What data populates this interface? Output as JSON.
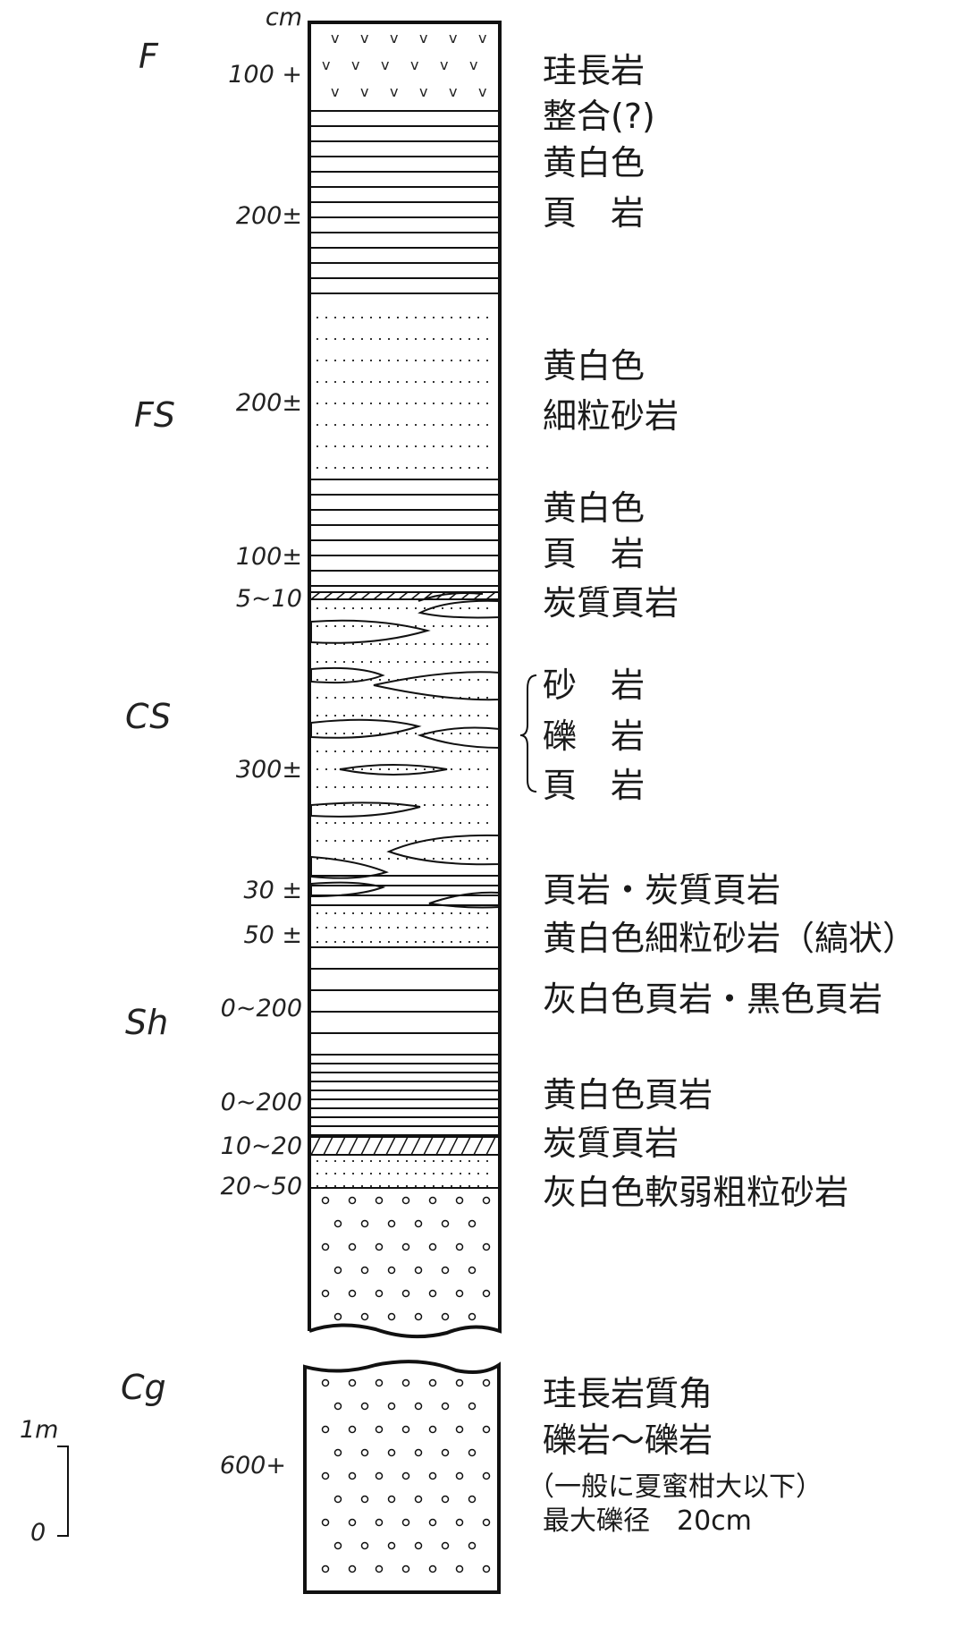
{
  "units": {
    "F": "F",
    "FS": "FS",
    "CS": "CS",
    "Sh": "Sh",
    "Cg": "Cg"
  },
  "unit_label": "cm",
  "thickness": {
    "t1": "100 +",
    "t2": "200±",
    "t3": "200±",
    "t4": "100±",
    "t5": "5~10",
    "t6": "300±",
    "t7": "30 ±",
    "t8": "50 ±",
    "t9": "0~200",
    "t10": "0~200",
    "t11": "10~20",
    "t12": "20~50",
    "t13": "600+"
  },
  "descriptions": {
    "d1": "珪長岩",
    "d2": "整合(?)",
    "d3": "黄白色",
    "d4": "頁　岩",
    "d5": "黄白色",
    "d6": "細粒砂岩",
    "d7": "黄白色",
    "d8": "頁　岩",
    "d9": "炭質頁岩",
    "d10": "砂　岩",
    "d11": "礫　岩",
    "d12": "頁　岩",
    "d13": "頁岩・炭質頁岩",
    "d14": "黄白色細粒砂岩（縞状）",
    "d15": "灰白色頁岩・黒色頁岩",
    "d16": "黄白色頁岩",
    "d17": "炭質頁岩",
    "d18": "灰白色軟弱粗粒砂岩",
    "d19": "珪長岩質角",
    "d20": "礫岩～礫岩",
    "d21": "（一般に夏蜜柑大以下）",
    "d22": "最大礫径　20cm"
  },
  "scale": {
    "top": "1m",
    "bottom": "0"
  }
}
